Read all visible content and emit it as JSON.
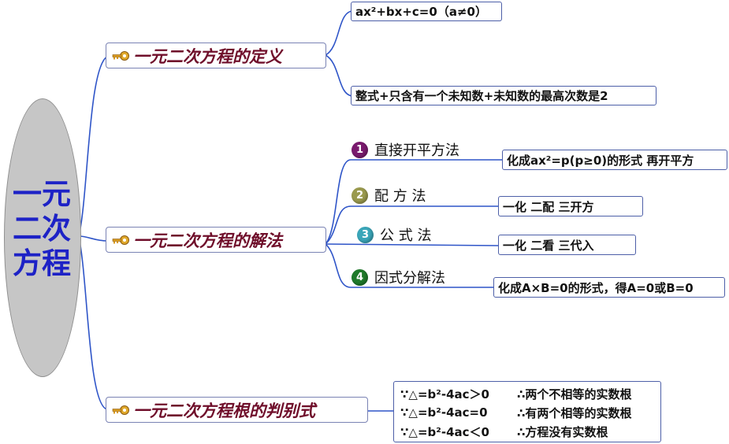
{
  "root": {
    "title": "一元二次方程"
  },
  "branches": [
    {
      "label": "一元二次方程的定义",
      "icon": "key-icon"
    },
    {
      "label": "一元二次方程的解法",
      "icon": "key-icon"
    },
    {
      "label": "一元二次方程根的判别式",
      "icon": "key-icon"
    }
  ],
  "definition": {
    "formula": "ax²+bx+c=0（a≠0）",
    "condition": "整式+只含有一个未知数+未知数的最高次数是2"
  },
  "methods": [
    {
      "number": "1",
      "name": "直接开平方法",
      "color": "#7a1a6e",
      "detail": "化成ax²=p(p≥0)的形式  再开平方"
    },
    {
      "number": "2",
      "name": "配 方 法",
      "color": "#9a9a4e",
      "detail": "一化    二配   三开方"
    },
    {
      "number": "3",
      "name": "公 式 法",
      "color": "#3aa6b9",
      "detail": "一化    二看    三代入"
    },
    {
      "number": "4",
      "name": "因式分解法",
      "color": "#1f7a2a",
      "detail": "化成A×B=0的形式，得A=0或B=0"
    }
  ],
  "discriminant": [
    {
      "condition": "∵△=b²-4ac＞0",
      "conclusion": "∴两个不相等的实数根"
    },
    {
      "condition": "∵△=b²-4ac=0",
      "conclusion": "∴有两个相等的实数根"
    },
    {
      "condition": "∵△=b²-4ac＜0",
      "conclusion": "∴方程没有实数根"
    }
  ],
  "colors": {
    "connector": "#2f55c8",
    "root_text": "#1d22c6",
    "branch_text": "#6f0e2a"
  }
}
